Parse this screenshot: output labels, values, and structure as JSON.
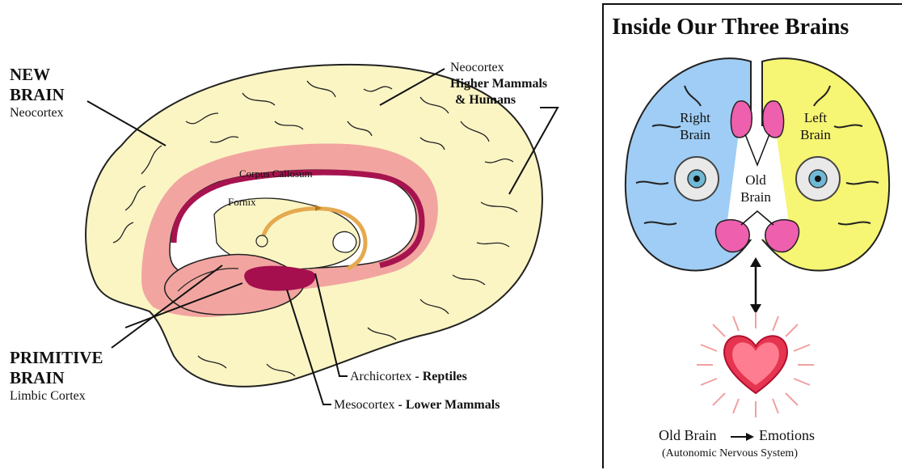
{
  "left_diagram": {
    "new_brain": {
      "line1": "NEW",
      "line2": "BRAIN",
      "sub": "Neocortex"
    },
    "primitive_brain": {
      "line1": "PRIMITIVE",
      "line2": "BRAIN",
      "sub": "Limbic Cortex"
    },
    "neocortex_label": {
      "name": "Neocortex",
      "line2": "Higher Mammals",
      "line3": "& Humans"
    },
    "corpus_callosum": "Corpus Callosum",
    "fornix": "Fornix",
    "archicortex": {
      "name": "Archicortex",
      "dash": " - ",
      "group": "Reptiles"
    },
    "mesocortex": {
      "name": "Mesocortex",
      "dash": " - ",
      "group": "Lower Mammals"
    },
    "colors": {
      "neocortex": "#fbf5c4",
      "limbic": "#f2a5a0",
      "callosum": "#a6134f",
      "fornix": "#e5a94f",
      "mesocortex": "#a50f4e"
    }
  },
  "right_panel": {
    "title": "Inside Our Three Brains",
    "right_brain": {
      "line1": "Right",
      "line2": "Brain"
    },
    "left_brain": {
      "line1": "Left",
      "line2": "Brain"
    },
    "old_brain": {
      "line1": "Old",
      "line2": "Brain"
    },
    "footer": {
      "from": "Old Brain",
      "to": "Emotions",
      "note": "(Autonomic Nervous System)"
    },
    "colors": {
      "right_brain": "#9fcdf5",
      "left_brain": "#f6f574",
      "old_brain": "#ee5fae",
      "heart": "#e63550"
    }
  }
}
